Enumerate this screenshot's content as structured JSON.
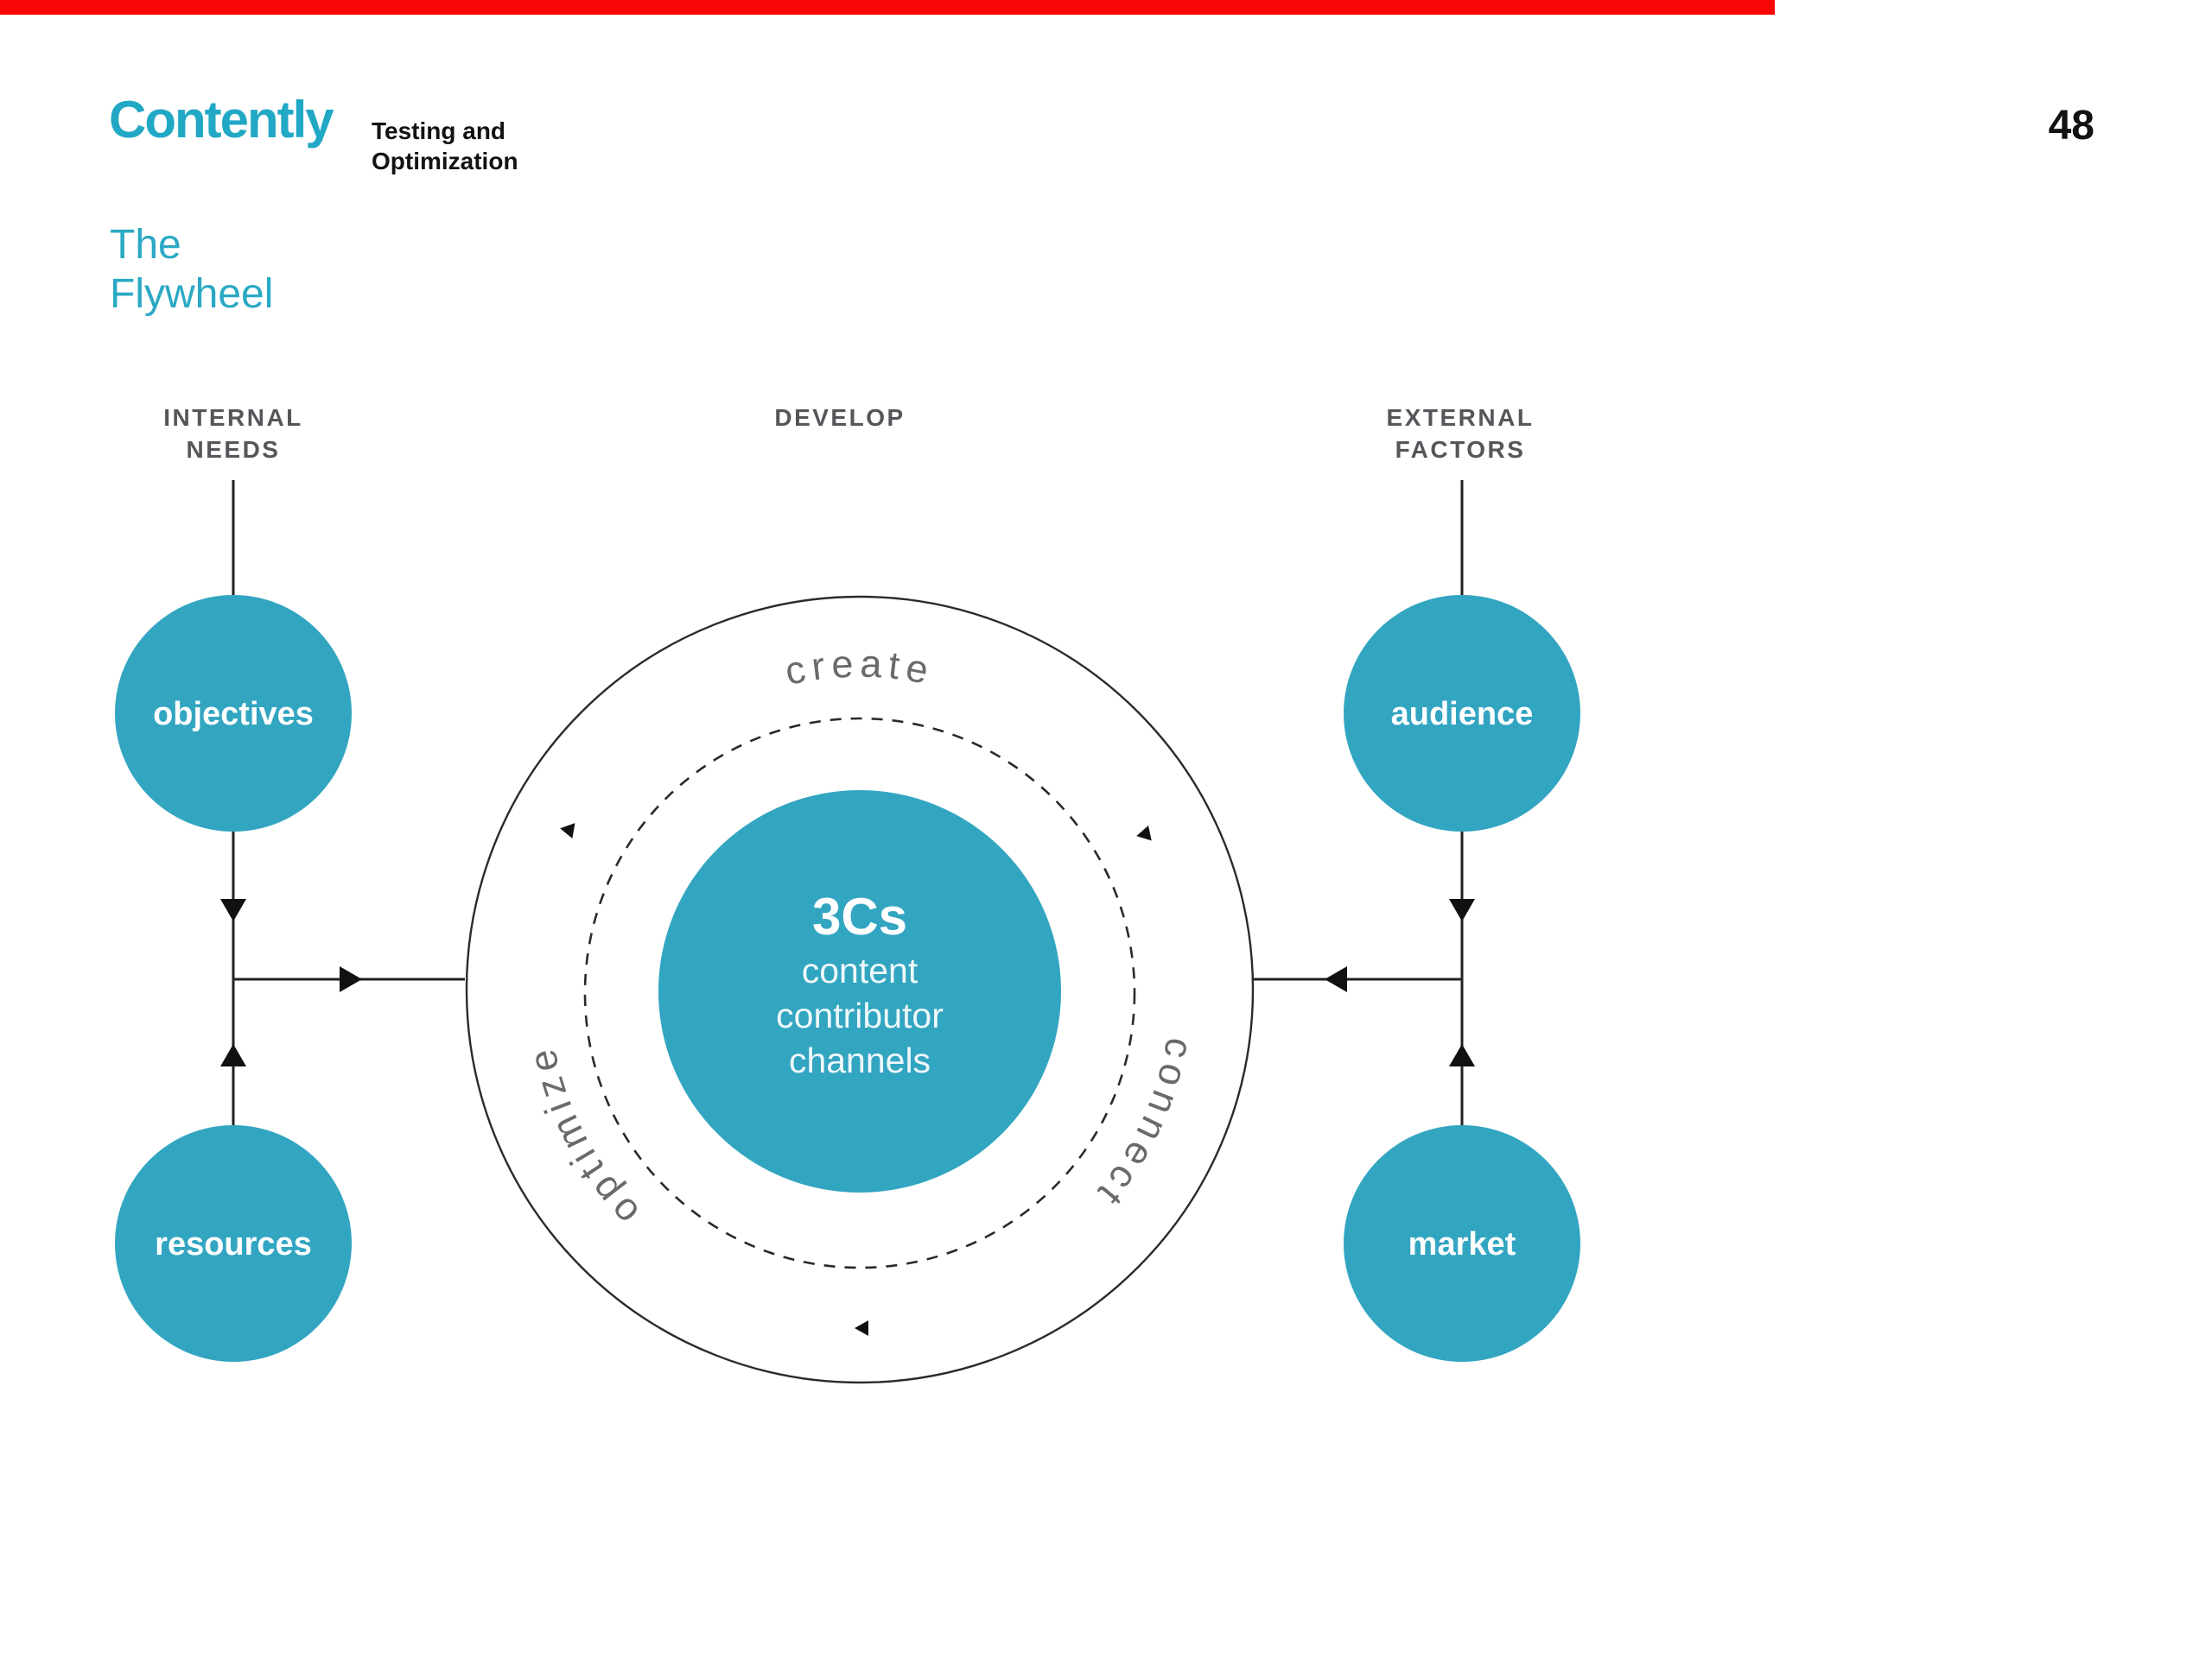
{
  "header": {
    "logo_text": "Contently",
    "deck_title": "Testing and\nOptimization",
    "page_number": "48"
  },
  "slide": {
    "title": "The\nFlywheel"
  },
  "diagram": {
    "column_headers": {
      "left": "INTERNAL\nNEEDS",
      "center": "DEVELOP",
      "right": "EXTERNAL\nFACTORS"
    },
    "nodes": {
      "top_left": "objectives",
      "bottom_left": "resources",
      "top_right": "audience",
      "bottom_right": "market"
    },
    "hub": {
      "title": "3Cs",
      "line1": "content",
      "line2": "contributor",
      "line3": "channels"
    },
    "ring_words": {
      "top": "create",
      "right": "connect",
      "bottom_left": "optimize"
    },
    "colors": {
      "node_teal": "#32a5c1",
      "logo_teal": "#21a8c5",
      "title_teal": "#2ba9c4",
      "column_header_gray": "#55565a",
      "ring_text_gray": "#6a6a6a",
      "connector_black": "#222222",
      "top_bar_red": "#fa0505"
    }
  }
}
